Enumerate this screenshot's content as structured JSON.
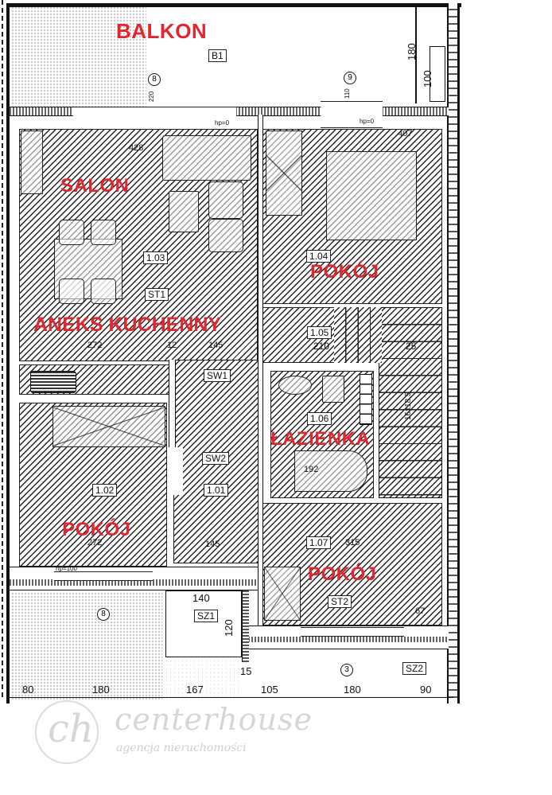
{
  "plan": {
    "rooms": {
      "balkon": "BALKON",
      "salon": "SALON",
      "aneks": "ANEKS KUCHENNY",
      "pokoj_top_right": "POKÓJ",
      "lazienka": "ŁAZIENKA",
      "pokoj_bottom_left": "POKÓJ",
      "pokoj_bottom_right": "POKÓJ"
    },
    "tags": {
      "b1": "B1",
      "r103": "1.03",
      "st1": "ST1",
      "r104": "1.04",
      "r105": "1.05",
      "sw1": "SW1",
      "r106": "1.06",
      "sw2": "SW2",
      "r102": "1.02",
      "r101": "1.01",
      "r107": "1.07",
      "st2": "ST2",
      "sz1": "SZ1",
      "sz2": "SZ2"
    },
    "axis_markers": {
      "top_left": "8",
      "top_right": "9",
      "bottom_left": "8",
      "bottom_right": "3"
    },
    "dimensions": {
      "balcony_height": "180",
      "balcony_rail": "100",
      "salon_width": "428",
      "top_right_room_width": "407",
      "kitchen_width": "272",
      "kitchen_small": "12",
      "hall_width": "145",
      "r105_width": "210",
      "stairs_radius": "25",
      "stairs_spec": "16x18,5",
      "bath_tub": "192",
      "bl_room_width": "272",
      "hall2_width": "145",
      "br_room_width": "315",
      "br_small": "67",
      "sz1_width": "140",
      "sz1_height": "120",
      "sz1_offset": "15",
      "window_hp_top": "hp=0",
      "window_hp_bottom": "hp=100",
      "win_top_left": "220",
      "win_top_right": "110",
      "bottom_chain": [
        "80",
        "180",
        "167",
        "105",
        "180",
        "90"
      ]
    }
  },
  "logo": {
    "brand": "centerhouse",
    "tagline": "agencja nieruchomości",
    "monogram": "ch"
  },
  "colors": {
    "label_red": "#e0262f",
    "line": "#111111",
    "logo_gray": "#d6d6d6"
  }
}
